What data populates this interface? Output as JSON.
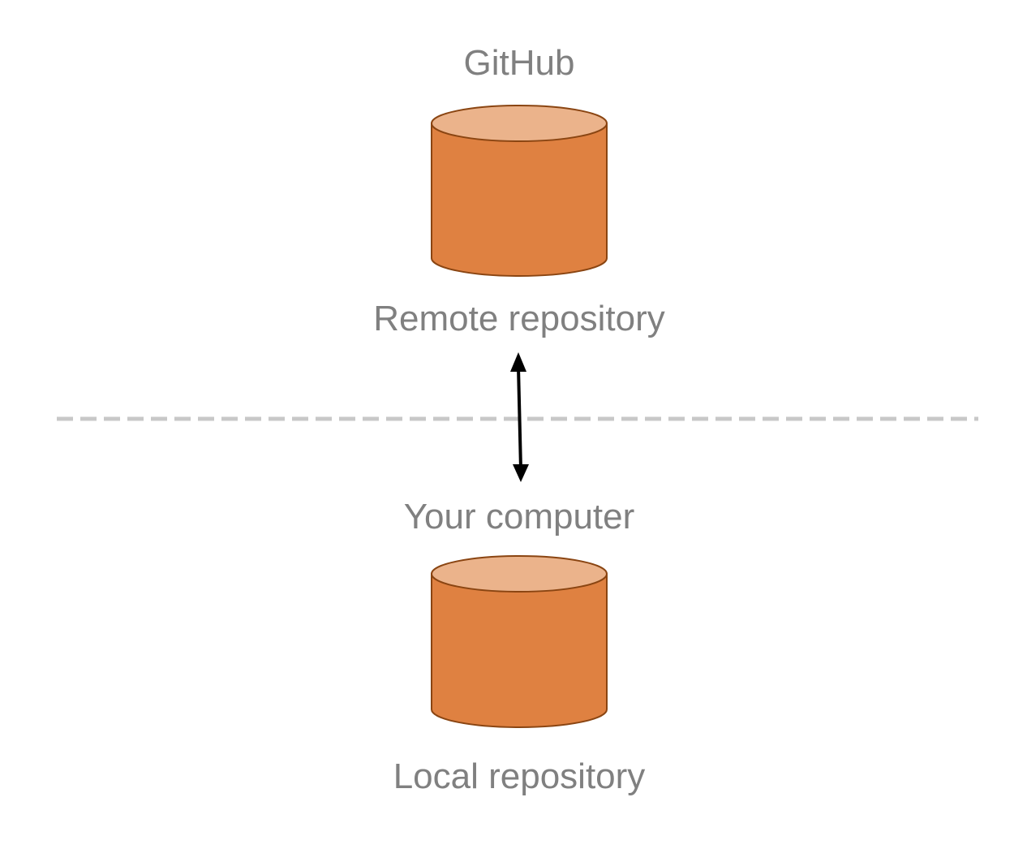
{
  "remote": {
    "host_label": "GitHub",
    "repo_label": "Remote repository"
  },
  "local": {
    "host_label": "Your computer",
    "repo_label": "Local repository"
  },
  "colors": {
    "cylinder_body": "#df8141",
    "cylinder_top": "#ebb38b",
    "cylinder_stroke": "#8a4512",
    "divider": "#c8c8c8",
    "arrow": "#000000",
    "text": "#808080"
  },
  "icons": {
    "database": "database-icon",
    "connection": "double-arrow-icon"
  }
}
